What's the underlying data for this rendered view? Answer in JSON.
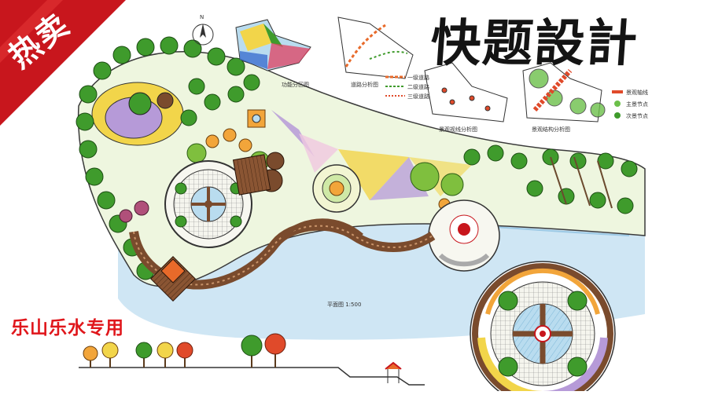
{
  "badge": {
    "text": "热卖",
    "color": "#c8161d"
  },
  "title": "快题設計",
  "usage_caption": "乐山乐水专用",
  "diagram_labels": {
    "function_zones": "功能分区图",
    "circulation": "道路分析图",
    "landscape_nodes": "景观视线分析图",
    "landscape_structure": "景观结构分析图",
    "plan_scale": "平面图 1:500",
    "north": "N"
  },
  "legend": {
    "road_primary": "一级道路",
    "road_secondary": "二级道路",
    "road_tertiary": "三级道路",
    "axis": "景观轴线",
    "node": "主景节点",
    "secondary_node": "次景节点"
  },
  "colors": {
    "water": "#b9dcef",
    "tree_green": "#3f9b2c",
    "lawn": "#cfe9a6",
    "path_brown": "#7a4b2d",
    "violet": "#b69ad8",
    "yellow": "#f2d54a",
    "red": "#e0161b"
  }
}
